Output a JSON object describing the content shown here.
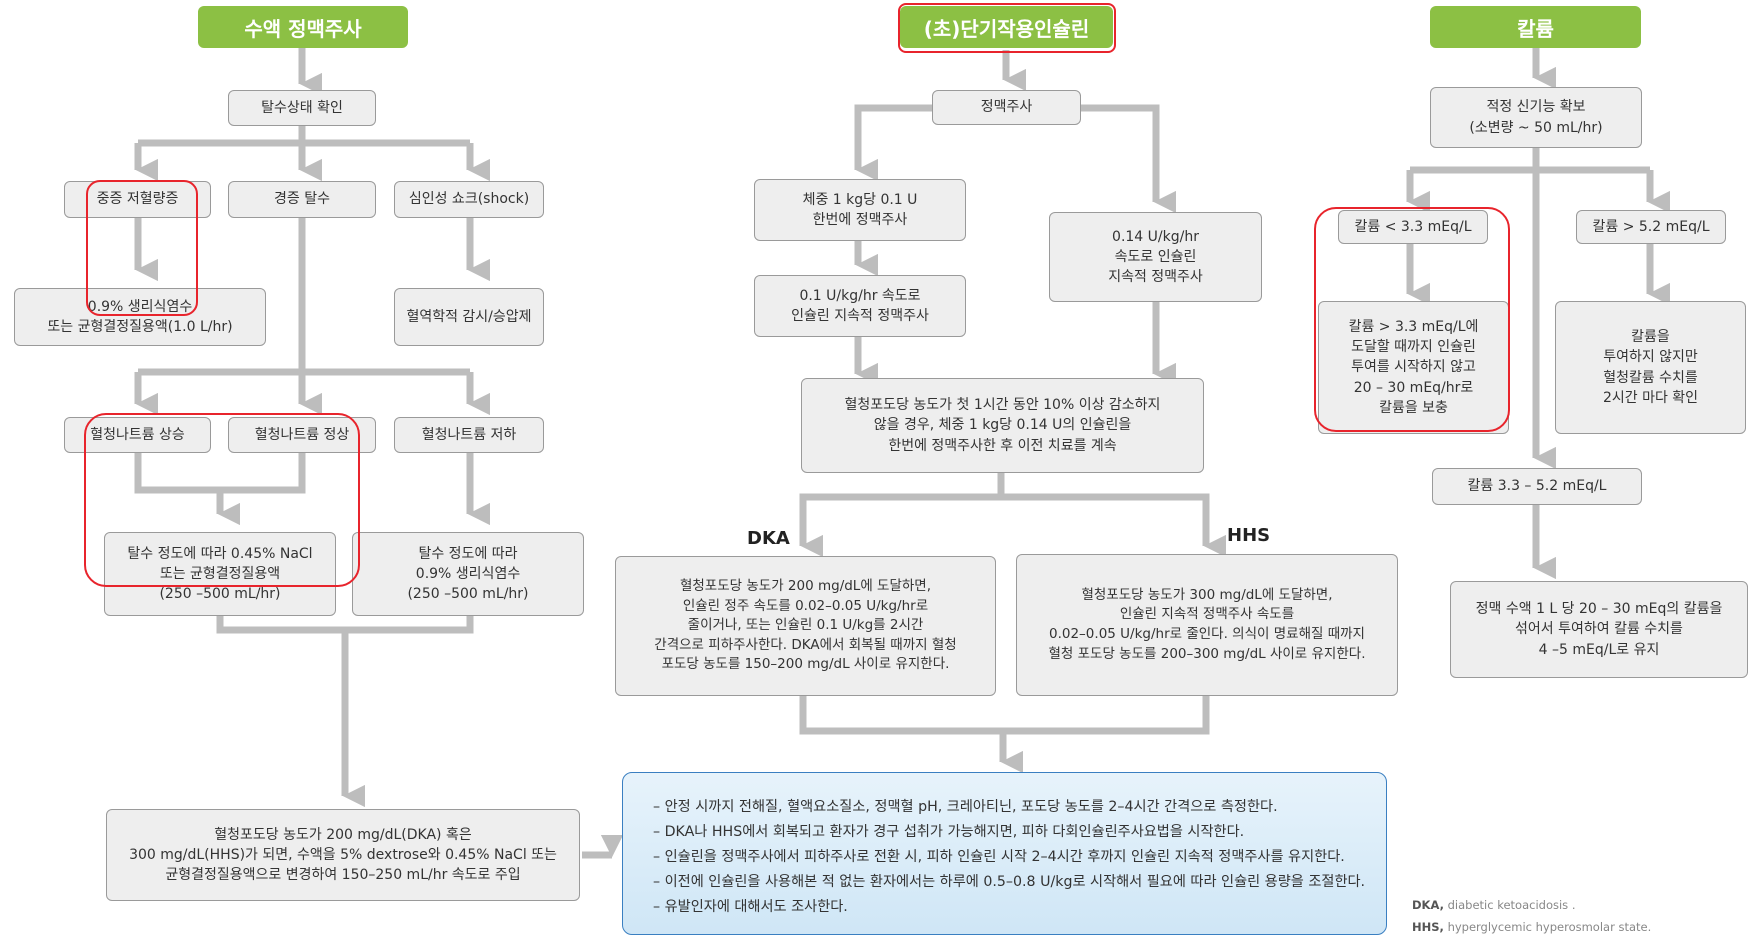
{
  "headers": {
    "fluid": "수액 정맥주사",
    "insulin": "(초)단기작용인슐린",
    "potassium": "칼륨"
  },
  "fluid": {
    "check_dehydration": "탈수상태 확인",
    "severe_hypovolemia": "중증 저혈량증",
    "mild_dehydration": "경증 탈수",
    "cardiogenic_shock": "심인성 쇼크(shock)",
    "saline_fast": "0.9% 생리식염수\n또는 균형결정질용액(1.0 L/hr)",
    "hemodynamic": "혈역학적 감시/승압제",
    "na_high": "혈청나트륨 상승",
    "na_normal": "혈청나트륨 정상",
    "na_low": "혈청나트륨 저하",
    "half_saline": "탈수 정도에 따라 0.45% NaCl\n또는 균형결정질용액\n(250 –500 mL/hr)",
    "normal_saline": "탈수 정도에 따라\n0.9% 생리식염수\n(250 –500 mL/hr)",
    "glucose_switch": "혈청포도당 농도가 200 mg/dL(DKA) 혹은\n300 mg/dL(HHS)가 되면, 수액을 5% dextrose와 0.45% NaCl 또는\n균형결정질용액으로 변경하여 150–250 mL/hr 속도로 주입"
  },
  "insulin": {
    "iv": "정맥주사",
    "bolus": "체중 1 kg당 0.1 U\n한번에 정맥주사",
    "infusion_01": "0.1 U/kg/hr 속도로\n인슐린 지속적 정맥주사",
    "infusion_014": "0.14 U/kg/hr\n속도로 인슐린\n지속적 정맥주사",
    "no_decrease": "혈청포도당 농도가 첫 1시간 동안 10% 이상 감소하지\n않을 경우, 체중 1 kg당 0.14 U의 인슐린을\n한번에 정맥주사한 후 이전 치료를 계속",
    "dka_label": "DKA",
    "hhs_label": "HHS",
    "dka_text": "혈청포도당 농도가 200 mg/dL에 도달하면,\n인슐린 정주 속도를 0.02–0.05 U/kg/hr로\n줄이거나, 또는 인슐린 0.1 U/kg를 2시간\n간격으로 피하주사한다. DKA에서 회복될 때까지 혈청\n포도당 농도를 150–200 mg/dL 사이로 유지한다.",
    "hhs_text": "혈청포도당 농도가 300 mg/dL에 도달하면,\n인슐린 지속적 정맥주사 속도를\n0.02–0.05 U/kg/hr로 줄인다. 의식이 명료해질 때까지\n혈청 포도당 농도를 200–300 mg/dL 사이로 유지한다."
  },
  "potassium": {
    "renal": "적정 신기능 확보\n(소변량 ~ 50 mL/hr)",
    "k_low": "칼륨 < 3.3 mEq/L",
    "k_high": "칼륨 > 5.2 mEq/L",
    "k_low_action": "칼륨 > 3.3 mEq/L에\n도달할 때까지 인슐린\n투여를 시작하지 않고\n20 – 30 mEq/hr로\n칼륨을 보충",
    "k_high_action": "칼륨을\n투여하지 않지만\n혈청칼륨 수치를\n2시간 마다 확인",
    "k_mid": "칼륨 3.3 – 5.2 mEq/L",
    "k_mid_action": "정맥 수액 1 L 당 20 – 30 mEq의 칼륨을\n섞어서 투여하여 칼륨 수치를\n4 –5 mEq/L로 유지"
  },
  "notes": [
    "안정 시까지 전해질, 혈액요소질소, 정맥혈 pH, 크레아티닌, 포도당 농도를 2–4시간 간격으로 측정한다.",
    "DKA나 HHS에서 회복되고 환자가 경구 섭취가 가능해지면, 피하 다회인슐린주사요법을 시작한다.",
    "인슐린을 정맥주사에서 피하주사로 전환 시, 피하 인슐린 시작 2–4시간 후까지 인슐린 지속적 정맥주사를 유지한다.",
    "이전에 인슐린을 사용해본 적 없는 환자에서는 하루에 0.5–0.8 U/kg로 시작해서 필요에 따라 인슐린 용량을 조절한다.",
    "유발인자에 대해서도 조사한다."
  ],
  "footnotes": {
    "dka_abbr": "DKA,",
    "dka_full": "diabetic ketoacidosis .",
    "hhs_abbr": "HHS,",
    "hhs_full": "hyperglycemic hyperosmolar state."
  },
  "colors": {
    "header_green": "#8cc044",
    "arrow_gray": "#bdbdbd",
    "box_fill": "#eeeeee",
    "highlight_red": "#e8242c",
    "note_blue": "#3a7fc1"
  }
}
